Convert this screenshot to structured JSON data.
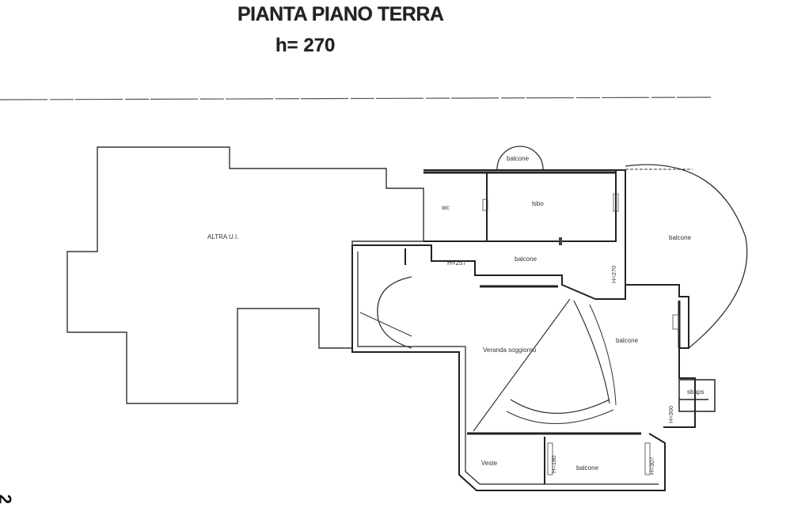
{
  "header": {
    "title": "PIANTA PIANO TERRA",
    "height": "h= 270"
  },
  "rooms": {
    "other_unit": "ALTRA U.I.",
    "bathroom": "wc",
    "studio": "lsbo",
    "balcony_top": "balcone",
    "balcony_right": "balcone",
    "hall": "balcone",
    "living": "Veranda soggiorno",
    "corridor": "balcone",
    "closet": "sbaps",
    "small_room": "Veste",
    "lower_room": "balcone"
  },
  "heights": {
    "h_top": "H=257",
    "h_right": "H=270",
    "h_east": "H=300",
    "h_bottom_mid": "H=180",
    "h_bottom_right": "H=307"
  },
  "margin_mark": "2"
}
